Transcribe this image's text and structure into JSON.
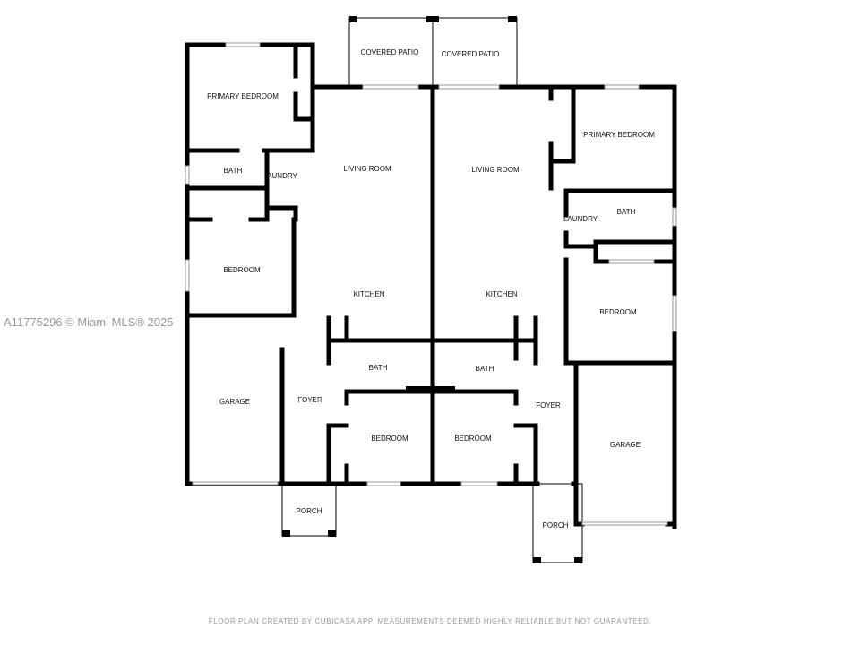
{
  "rooms": {
    "patio_left": "COVERED PATIO",
    "patio_right": "COVERED PATIO",
    "primary_left": "PRIMARY BEDROOM",
    "primary_right": "PRIMARY BEDROOM",
    "living_left": "LIVING ROOM",
    "living_right": "LIVING ROOM",
    "bath_left_top": "BATH",
    "bath_right_top": "BATH",
    "laundry_left": "AUNDRY",
    "laundry_right": "LAUNDRY",
    "bedroom_left": "BEDROOM",
    "bedroom_right": "BEDROOM",
    "kitchen_left": "KITCHEN",
    "kitchen_right": "KITCHEN",
    "garage_left": "GARAGE",
    "garage_right": "GARAGE",
    "foyer_left": "FOYER",
    "foyer_right": "FOYER",
    "bath_left_mid": "BATH",
    "bath_right_mid": "BATH",
    "bedroom_left_mid": "BEDROOM",
    "bedroom_right_mid": "BEDROOM",
    "porch_left": "PORCH",
    "porch_right": "PORCH"
  },
  "watermark": "A11775296 © Miami MLS® 2025",
  "footer": "FLOOR PLAN CREATED BY CUBICASA APP. MEASUREMENTS DEEMED HIGHLY RELIABLE BUT NOT GUARANTEED."
}
